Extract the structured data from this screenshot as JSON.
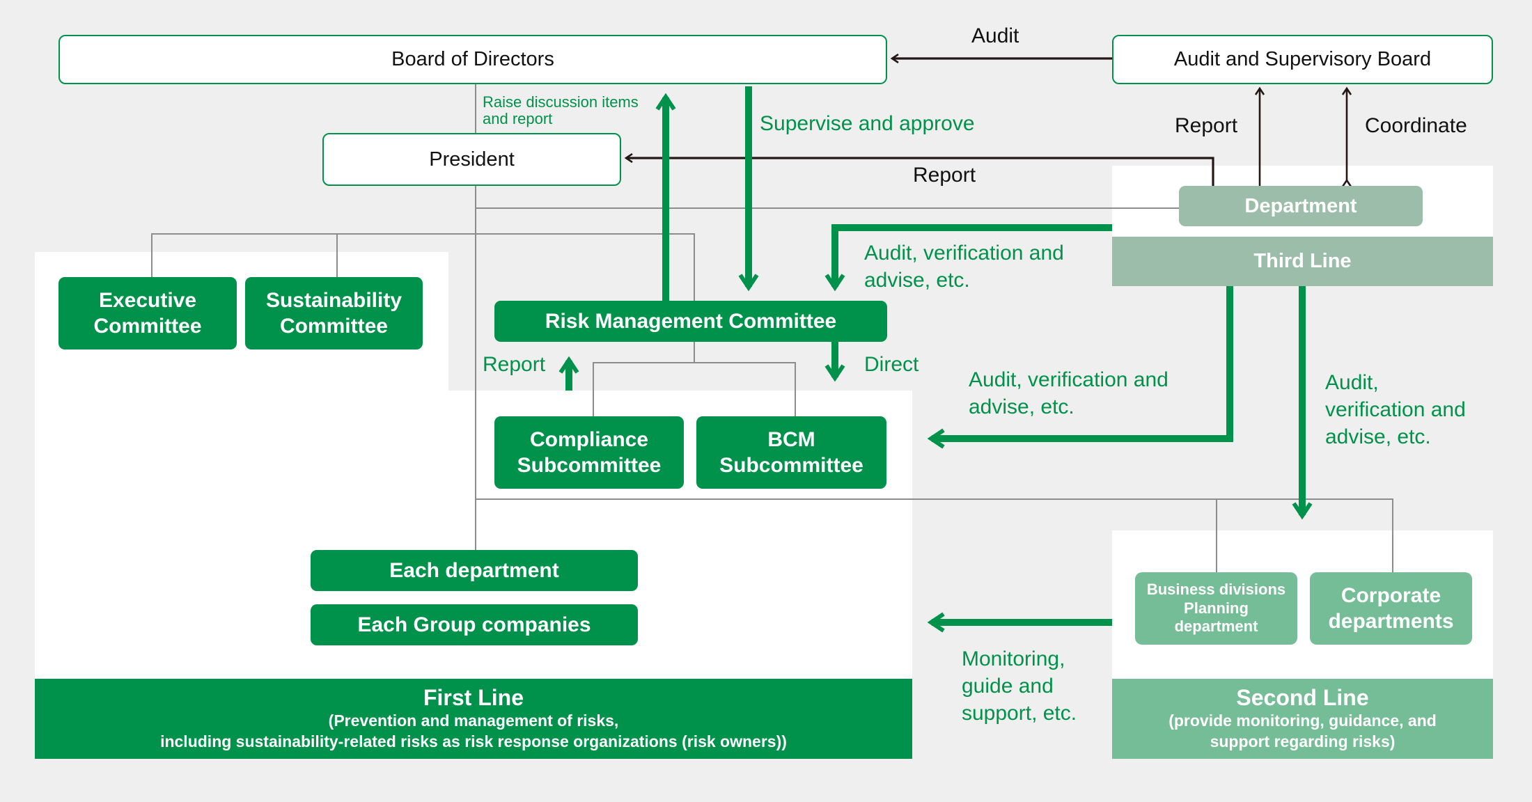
{
  "colors": {
    "first_line_green": "#00914a",
    "second_line_green": "#75bd96",
    "third_line_sage": "#9bbda9",
    "background": "#efefef",
    "connector_gray": "#8c8c8c",
    "arrow_black": "#231815"
  },
  "nodes": {
    "board_of_directors": "Board of Directors",
    "audit_supervisory_board": "Audit and Supervisory Board",
    "president": "President",
    "executive_committee": "Executive\nCommittee",
    "sustainability_committee": "Sustainability\nCommittee",
    "risk_management_committee": "Risk Management Committee",
    "compliance_subcommittee": "Compliance\nSubcommittee",
    "bcm_subcommittee": "BCM\nSubcommittee",
    "each_department": "Each department",
    "each_group_companies": "Each Group companies",
    "internal_audit_department": "Department",
    "business_divisions_planning": "Business divisions\nPlanning\ndepartment",
    "corporate_departments": "Corporate\ndepartments"
  },
  "lines": {
    "first": {
      "title": "First Line",
      "description_1": "(Prevention and management of risks,",
      "description_2": "including sustainability-related risks as risk response organizations (risk owners))"
    },
    "second": {
      "title": "Second Line",
      "description_1": "(provide monitoring, guidance, and",
      "description_2": "support regarding risks)"
    },
    "third": {
      "title": "Third Line"
    }
  },
  "edge_labels": {
    "audit": "Audit",
    "raise_discussion": "Raise discussion items\nand report",
    "supervise_approve": "Supervise and approve",
    "report_to_asb": "Report",
    "coordinate": "Coordinate",
    "report_to_president": "Report",
    "audit_rmc": "Audit, verification and\nadvise, etc.",
    "report_subcommittees": "Report",
    "direct": "Direct",
    "audit_first_line": "Audit, verification and\nadvise, etc.",
    "audit_second_line": "Audit,\nverification and\nadvise, etc.",
    "monitoring": "Monitoring,\nguide and\nsupport, etc."
  }
}
